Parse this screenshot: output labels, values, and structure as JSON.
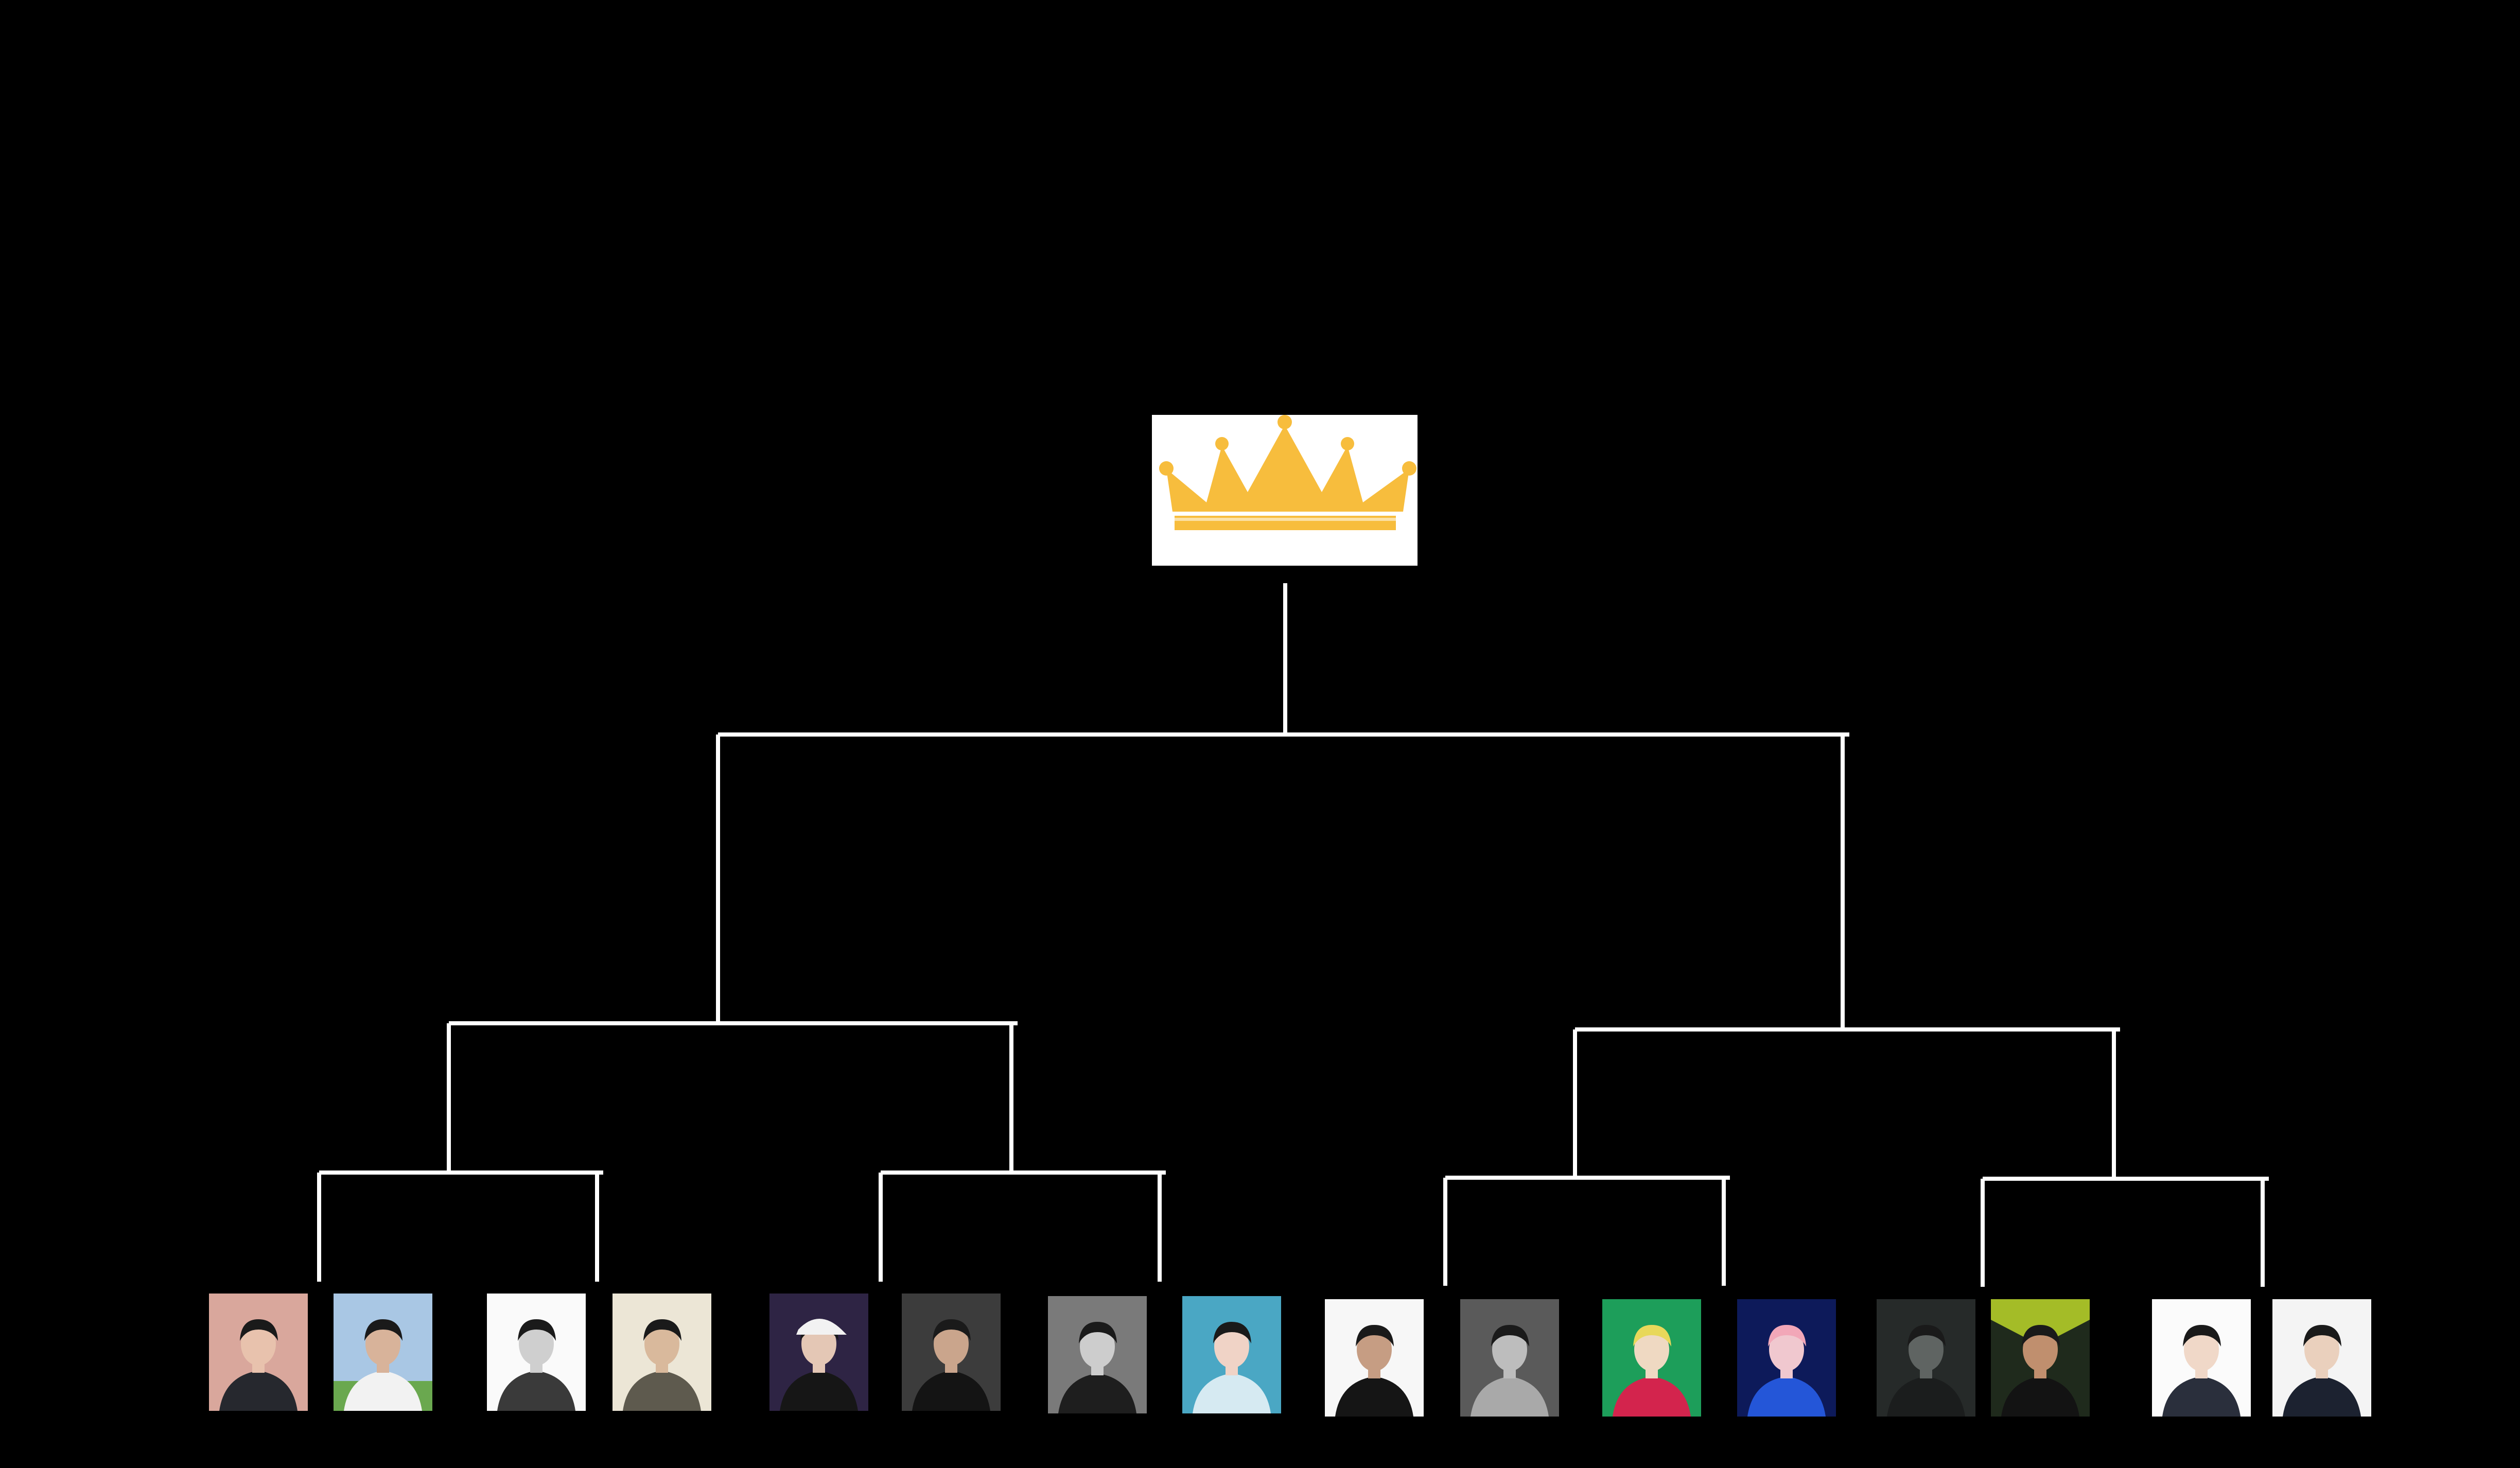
{
  "colors": {
    "background": "#000000",
    "bracket_line": "#ffffff",
    "crown": "#f7bd3d",
    "crown_bg": "#ffffff"
  },
  "winner": {
    "icon": "crown-icon"
  },
  "contestants": [
    {
      "id": 1,
      "bg": "#d9a79c",
      "fg": "#26282e",
      "skin": "#e8c2ad"
    },
    {
      "id": 2,
      "bg": "#a9c7e4",
      "fg": "#f2f2f2",
      "skin": "#d8b39a",
      "ground": "#6aa84f"
    },
    {
      "id": 3,
      "bg": "#fafafa",
      "fg": "#3a3a3a",
      "skin": "#cfcfcf"
    },
    {
      "id": 4,
      "bg": "#ece6d6",
      "fg": "#5e5a4e",
      "skin": "#d9b99c"
    },
    {
      "id": 5,
      "bg": "#2e2444",
      "fg": "#161616",
      "skin": "#e4c7b5",
      "cap": "#f2f2f2"
    },
    {
      "id": 6,
      "bg": "#3c3c3c",
      "fg": "#141414",
      "skin": "#caa58c"
    },
    {
      "id": 7,
      "bg": "#7a7a7a",
      "fg": "#1e1e1e",
      "skin": "#cdcdcd"
    },
    {
      "id": 8,
      "bg": "#4aa7c4",
      "fg": "#d6eaf2",
      "skin": "#f0d3c6"
    },
    {
      "id": 9,
      "bg": "#f7f7f7",
      "fg": "#151515",
      "skin": "#c69d83"
    },
    {
      "id": 10,
      "bg": "#5a5a5a",
      "fg": "#a9a9a9",
      "skin": "#bdbdbd"
    },
    {
      "id": 11,
      "bg": "#1d9e5a",
      "fg": "#d3244d",
      "skin": "#efd9c2",
      "hair": "#e8d85a"
    },
    {
      "id": 12,
      "bg": "#0d1a5a",
      "fg": "#2456d8",
      "skin": "#f0c8cf",
      "hair": "#f2a7b8"
    },
    {
      "id": 13,
      "bg": "#262a29",
      "fg": "#1b1d1d",
      "skin": "#5f6462"
    },
    {
      "id": 14,
      "bg": "#1f2a1c",
      "fg": "#131313",
      "skin": "#c08f6e",
      "accent": "#c6e12a"
    },
    {
      "id": 15,
      "bg": "#fbfbfb",
      "fg": "#2a2f3c",
      "skin": "#f0d8c8"
    },
    {
      "id": 16,
      "bg": "#f4f4f4",
      "fg": "#1c2230",
      "skin": "#ead0bd"
    }
  ]
}
